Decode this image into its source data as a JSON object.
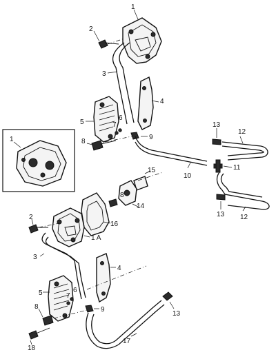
{
  "callouts": {
    "c1_top": "1",
    "c2_top": "2",
    "c3_top": "3",
    "c4_top": "4",
    "c5_top": "5",
    "c6_top": "6",
    "c7_top": "7",
    "c8_top": "8",
    "c9_top": "9",
    "c10": "10",
    "c11": "11",
    "c12_top": "12",
    "c13_top": "13",
    "c13_mid": "13",
    "c12_mid": "12",
    "c1_inset": "1",
    "c15": "15",
    "c14": "14",
    "c8_mid": "8",
    "c16": "16",
    "c2_bot": "2",
    "c1A": "1 A",
    "c3_bot": "3",
    "c4_bot": "4",
    "c5_bot": "5",
    "c6_bot": "6",
    "c7_bot": "7",
    "c8_bot": "8",
    "c9_bot": "9",
    "c13_bot": "13",
    "c17": "17",
    "c18": "18"
  }
}
